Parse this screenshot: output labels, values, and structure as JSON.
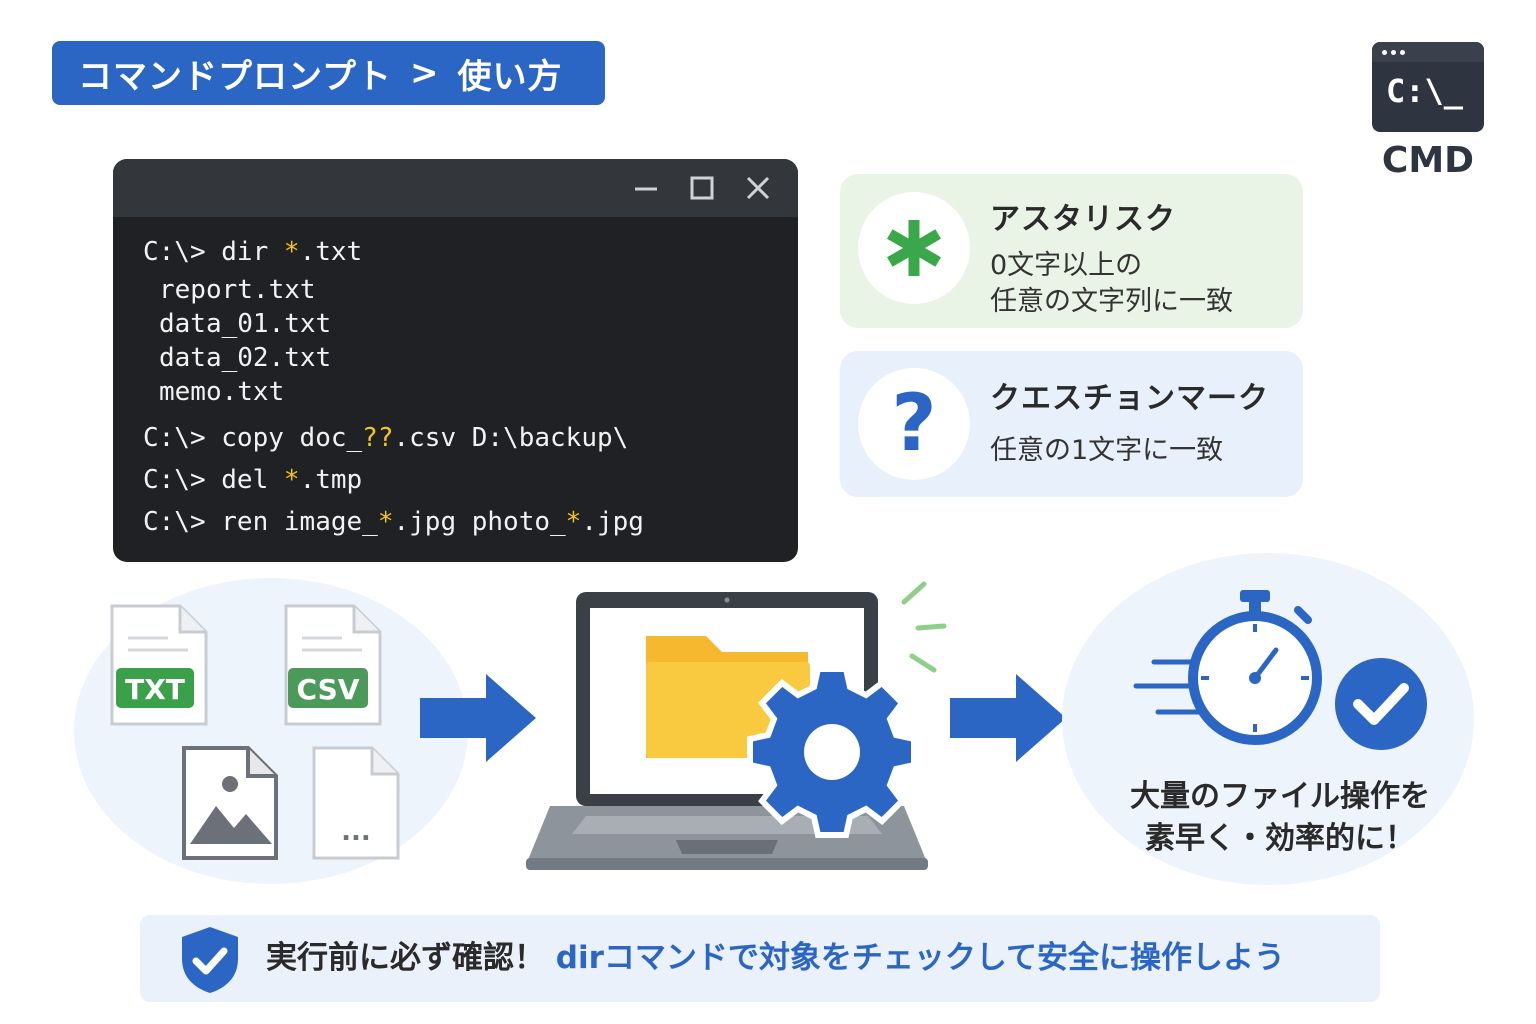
{
  "header": {
    "breadcrumb_parent": "コマンドプロンプト",
    "breadcrumb_separator": ">",
    "breadcrumb_current": "使い方"
  },
  "cmd_badge": {
    "prompt": "C:\\_",
    "label": "CMD"
  },
  "terminal": {
    "lines": [
      {
        "prompt": "C:\\> ",
        "segments": [
          {
            "text": "dir ",
            "hl": false
          },
          {
            "text": "*",
            "hl": true
          },
          {
            "text": ".txt",
            "hl": false
          }
        ]
      }
    ],
    "output": [
      "report.txt",
      "data_01.txt",
      "data_02.txt",
      "memo.txt"
    ],
    "line1": {
      "prompt": "C:\\> ",
      "cmd": "dir ",
      "w1": "*",
      "rest": ".txt"
    },
    "line2": {
      "prompt": "C:\\> ",
      "cmd": "copy doc_",
      "w1": "??",
      "rest": ".csv D:\\backup\\"
    },
    "line3": {
      "prompt": "C:\\> ",
      "cmd": "del ",
      "w1": "*",
      "rest": ".tmp"
    },
    "line4": {
      "prompt": "C:\\> ",
      "cmd": "ren image_",
      "w1": "*",
      "mid": ".jpg photo_",
      "w2": "*",
      "rest": ".jpg"
    }
  },
  "wildcards": {
    "asterisk": {
      "heading": "アスタリスク",
      "desc_line1": "0文字以上の",
      "desc_line2": "任意の文字列に一致"
    },
    "question": {
      "symbol": "?",
      "heading": "クエスチョンマーク",
      "desc": "任意の1文字に一致"
    }
  },
  "files": {
    "txt_label": "TXT",
    "csv_label": "CSV",
    "more_label": "..."
  },
  "result": {
    "line1": "大量のファイル操作を",
    "line2": "素早く・効率的に！"
  },
  "banner": {
    "warning": "実行前に必ず確認！",
    "tip": "dirコマンドで対象をチェックして安全に操作しよう"
  },
  "colors": {
    "accent_blue": "#2b66c4",
    "wildcard_yellow": "#f5c518",
    "asterisk_green": "#3aa84a",
    "folder_yellow": "#f9c940"
  }
}
